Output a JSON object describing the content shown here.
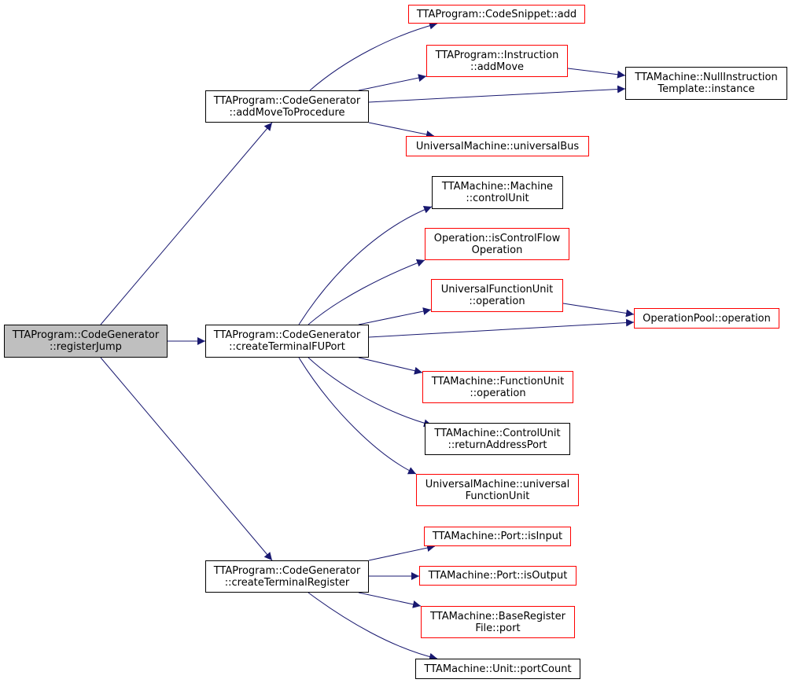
{
  "colors": {
    "edge": "#191970",
    "node_border_default": "#000000",
    "node_border_external": "#ff0000",
    "root_fill": "#bfbfbf"
  },
  "nodes": {
    "root": {
      "line1": "TTAProgram::CodeGenerator",
      "line2": "::registerJump"
    },
    "addMoveToProcedure": {
      "line1": "TTAProgram::CodeGenerator",
      "line2": "::addMoveToProcedure"
    },
    "createTerminalFUPort": {
      "line1": "TTAProgram::CodeGenerator",
      "line2": "::createTerminalFUPort"
    },
    "createTerminalRegister": {
      "line1": "TTAProgram::CodeGenerator",
      "line2": "::createTerminalRegister"
    },
    "codeSnippetAdd": {
      "line1": "TTAProgram::CodeSnippet::add"
    },
    "instructionAddMove": {
      "line1": "TTAProgram::Instruction",
      "line2": "::addMove"
    },
    "nullInstructionTemplate": {
      "line1": "TTAMachine::NullInstruction",
      "line2": "Template::instance"
    },
    "universalBus": {
      "line1": "UniversalMachine::universalBus"
    },
    "machineControlUnit": {
      "line1": "TTAMachine::Machine",
      "line2": "::controlUnit"
    },
    "isControlFlowOperation": {
      "line1": "Operation::isControlFlow",
      "line2": "Operation"
    },
    "universalFUOperation": {
      "line1": "UniversalFunctionUnit",
      "line2": "::operation"
    },
    "operationPoolOperation": {
      "line1": "OperationPool::operation"
    },
    "functionUnitOperation": {
      "line1": "TTAMachine::FunctionUnit",
      "line2": "::operation"
    },
    "returnAddressPort": {
      "line1": "TTAMachine::ControlUnit",
      "line2": "::returnAddressPort"
    },
    "universalFunctionUnit": {
      "line1": "UniversalMachine::universal",
      "line2": "FunctionUnit"
    },
    "portIsInput": {
      "line1": "TTAMachine::Port::isInput"
    },
    "portIsOutput": {
      "line1": "TTAMachine::Port::isOutput"
    },
    "baseRegisterFilePort": {
      "line1": "TTAMachine::BaseRegister",
      "line2": "File::port"
    },
    "unitPortCount": {
      "line1": "TTAMachine::Unit::portCount"
    }
  },
  "edges": [
    [
      "root",
      "addMoveToProcedure"
    ],
    [
      "root",
      "createTerminalFUPort"
    ],
    [
      "root",
      "createTerminalRegister"
    ],
    [
      "addMoveToProcedure",
      "codeSnippetAdd"
    ],
    [
      "addMoveToProcedure",
      "instructionAddMove"
    ],
    [
      "addMoveToProcedure",
      "nullInstructionTemplate"
    ],
    [
      "addMoveToProcedure",
      "universalBus"
    ],
    [
      "instructionAddMove",
      "nullInstructionTemplate"
    ],
    [
      "createTerminalFUPort",
      "machineControlUnit"
    ],
    [
      "createTerminalFUPort",
      "isControlFlowOperation"
    ],
    [
      "createTerminalFUPort",
      "universalFUOperation"
    ],
    [
      "createTerminalFUPort",
      "operationPoolOperation"
    ],
    [
      "createTerminalFUPort",
      "functionUnitOperation"
    ],
    [
      "createTerminalFUPort",
      "returnAddressPort"
    ],
    [
      "createTerminalFUPort",
      "universalFunctionUnit"
    ],
    [
      "universalFUOperation",
      "operationPoolOperation"
    ],
    [
      "createTerminalRegister",
      "portIsInput"
    ],
    [
      "createTerminalRegister",
      "portIsOutput"
    ],
    [
      "createTerminalRegister",
      "baseRegisterFilePort"
    ],
    [
      "createTerminalRegister",
      "unitPortCount"
    ]
  ]
}
